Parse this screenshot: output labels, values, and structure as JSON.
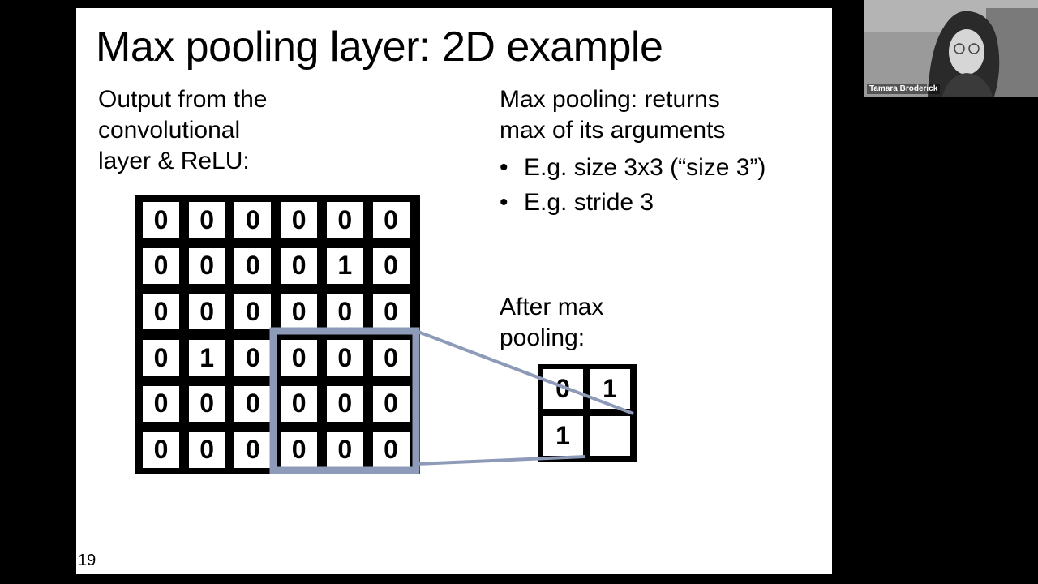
{
  "slide": {
    "title": "Max pooling layer: 2D example",
    "left_text": [
      "Output from the",
      "convolutional",
      "layer & ReLU:"
    ],
    "right_text": [
      "Max pooling: returns",
      "max of its arguments"
    ],
    "bullets": [
      "E.g. size 3x3 (“size 3”)",
      "E.g. stride 3"
    ],
    "bullet_symbol": "•",
    "after_text": [
      "After max",
      "pooling:"
    ],
    "page_number": "19",
    "highlight_color": "#8e9bb8"
  },
  "input_matrix": [
    [
      "0",
      "0",
      "0",
      "0",
      "0",
      "0"
    ],
    [
      "0",
      "0",
      "0",
      "0",
      "1",
      "0"
    ],
    [
      "0",
      "0",
      "0",
      "0",
      "0",
      "0"
    ],
    [
      "0",
      "1",
      "0",
      "0",
      "0",
      "0"
    ],
    [
      "0",
      "0",
      "0",
      "0",
      "0",
      "0"
    ],
    [
      "0",
      "0",
      "0",
      "0",
      "0",
      "0"
    ]
  ],
  "output_matrix": [
    [
      "0",
      "1"
    ],
    [
      "1",
      ""
    ]
  ],
  "webcam": {
    "participant_name": "Tamara Broderick"
  }
}
